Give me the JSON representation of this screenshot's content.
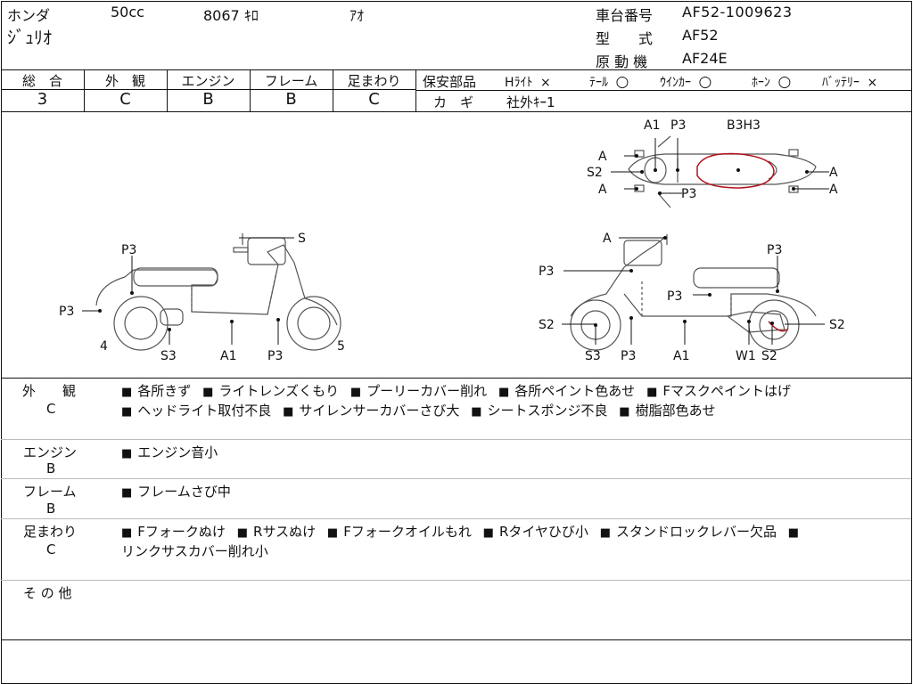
{
  "header": {
    "maker": "ホンダ",
    "displacement": "50cc",
    "mileage": "8067",
    "mileage_unit": "ｷﾛ",
    "color": "ｱｵ",
    "model_name": "ｼﾞｭﾘｵ",
    "frame_label": "車台番号",
    "frame_value": "AF52-1009623",
    "type_label": "型　　式",
    "type_value": "AF52",
    "engine_label": "原 動 機",
    "engine_value": "AF24E"
  },
  "grades": [
    {
      "label": "総　合",
      "value": "3"
    },
    {
      "label": "外　観",
      "value": "C"
    },
    {
      "label": "エンジン",
      "value": "B"
    },
    {
      "label": "フレーム",
      "value": "B"
    },
    {
      "label": "足まわり",
      "value": "C"
    }
  ],
  "safety": {
    "label": "保安部品",
    "items": [
      {
        "name": "Hﾗｲﾄ",
        "mark": "×"
      },
      {
        "name": "ﾃｰﾙ",
        "mark": "○"
      },
      {
        "name": "ｳｲﾝｶｰ",
        "mark": "○"
      },
      {
        "name": "ﾎｰﾝ",
        "mark": "○"
      },
      {
        "name": "ﾊﾞｯﾃﾘｰ",
        "mark": "×"
      }
    ],
    "key_label": "カ　ギ",
    "key_value": "社外ｷｰ1"
  },
  "diagram": {
    "top_labels": [
      "A1",
      "P3",
      "B3H3",
      "A",
      "S2",
      "A",
      "A",
      "P3",
      "A"
    ],
    "left_labels": [
      "S",
      "P3",
      "P3",
      "4",
      "S3",
      "A1",
      "P3",
      "5"
    ],
    "right_labels": [
      "A",
      "P3",
      "P3",
      "P3",
      "P3",
      "S2",
      "S2",
      "S3",
      "P3",
      "A1",
      "W1",
      "S2"
    ]
  },
  "notes": [
    {
      "label": "外　　観",
      "grade": "C",
      "items": [
        "各所きず",
        "ライトレンズくもり",
        "プーリーカバー削れ",
        "各所ペイント色あせ",
        "Fマスクペイントはげ",
        "ヘッドライト取付不良",
        "サイレンサーカバーさび大",
        "シートスポンジ不良",
        "樹脂部色あせ"
      ]
    },
    {
      "label": "エンジン",
      "grade": "B",
      "items": [
        "エンジン音小"
      ]
    },
    {
      "label": "フレーム",
      "grade": "B",
      "items": [
        "フレームさび中"
      ]
    },
    {
      "label": "足まわり",
      "grade": "C",
      "items": [
        "Fフォークぬけ",
        "Rサスぬけ",
        "Fフォークオイルもれ",
        "Rタイヤひび小",
        "スタンドロックレバー欠品",
        "リンクサスカバー削れ小"
      ]
    },
    {
      "label": "そ の 他",
      "grade": "",
      "items": []
    }
  ],
  "bullet": "■"
}
